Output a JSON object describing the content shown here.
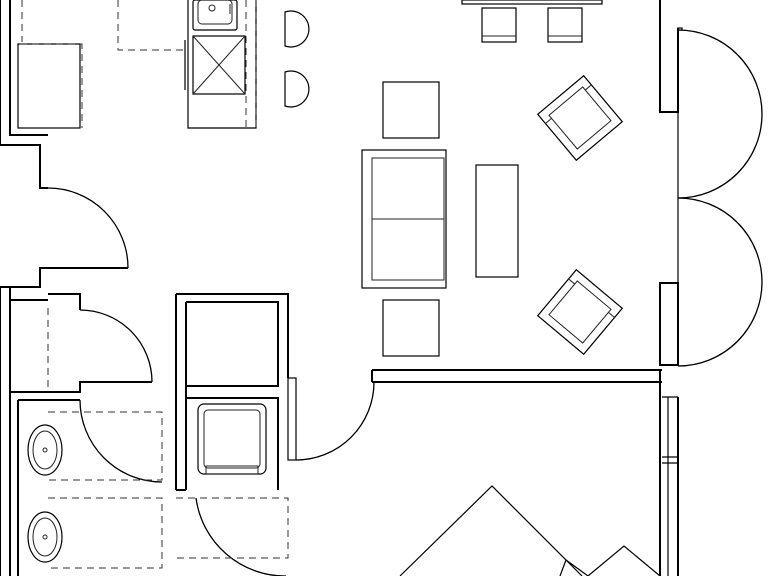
{
  "drawing": {
    "kind": "architectural floor plan",
    "text_labels": [],
    "line_color": "#000000",
    "background": "#ffffff"
  },
  "rooms": [
    {
      "id": "kitchen",
      "fixtures": [
        "sink-icon",
        "range-icon",
        "bar-stool-icon",
        "bar-stool-icon"
      ]
    },
    {
      "id": "dining",
      "fixtures": [
        "chair-icon",
        "chair-icon"
      ]
    },
    {
      "id": "living",
      "fixtures": [
        "sofa-icon",
        "coffee-table-icon",
        "end-table-icon",
        "end-table-icon",
        "armchair-icon",
        "armchair-icon"
      ]
    },
    {
      "id": "bath",
      "fixtures": [
        "lavatory-sink-icon",
        "lavatory-sink-icon"
      ]
    },
    {
      "id": "laundry",
      "fixtures": [
        "washer-icon",
        "dryer-icon"
      ]
    },
    {
      "id": "bedroom",
      "fixtures": [
        "bed-icon"
      ]
    }
  ]
}
